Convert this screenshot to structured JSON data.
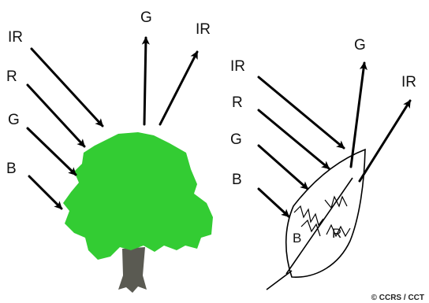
{
  "tree_panel": {
    "incoming_labels": [
      "IR",
      "R",
      "G",
      "B"
    ],
    "reflected_labels": [
      "G",
      "IR"
    ]
  },
  "leaf_panel": {
    "incoming_labels": [
      "IR",
      "R",
      "G",
      "B"
    ],
    "reflected_labels": [
      "G",
      "IR"
    ],
    "absorbed_labels": [
      "B",
      "R"
    ]
  },
  "credit": "© CCRS / CCT",
  "colors": {
    "foliage": "#33cc33",
    "trunk": "#5a5a52",
    "arrow": "#000000",
    "outline": "#000000"
  }
}
